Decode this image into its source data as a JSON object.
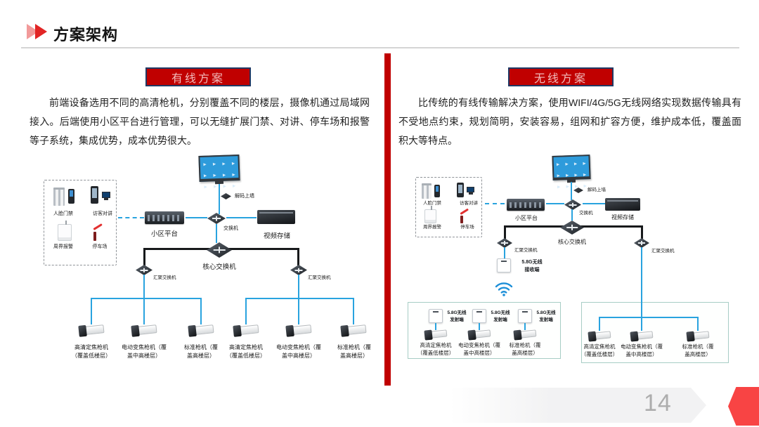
{
  "header": {
    "title": "方案架构"
  },
  "columns": {
    "wired": {
      "banner": "有线方案",
      "paragraph": "前端设备选用不同的高清枪机，分别覆盖不同的楼层，摄像机通过局域网接入。后端使用小区平台进行管理，可以无缝扩展门禁、对讲、停车场和报警等子系统，集成优势，成本优势很大。"
    },
    "wireless": {
      "banner": "无线方案",
      "paragraph": "比传统的有线传输解决方案，使用WIFI/4G/5G无线网络实现数据传输具有不受地点约束，规划简明，安装容易，组网和扩容方便，维护成本低，覆盖面积大等特点。"
    }
  },
  "diagram": {
    "decoder": "解码上墙",
    "switch": "交换机",
    "platform": "小区平台",
    "storage": "视频存储",
    "core_switch": "核心交换机",
    "agg_switch": "汇聚交换机",
    "face_gate": "人脸门禁",
    "intercom": "访客对讲",
    "alarm": "周界报警",
    "parking": "停车场",
    "cameras": [
      {
        "l1": "高清定焦枪机",
        "l2": "（覆盖低楼层）"
      },
      {
        "l1": "电动变焦枪机（覆",
        "l2": "盖中高楼层）"
      },
      {
        "l1": "标准枪机（覆",
        "l2": "盖高楼层）"
      }
    ],
    "receiver": {
      "l1": "5.8G无线",
      "l2": "接收端"
    },
    "transmitter": {
      "l1": "5.8G无线",
      "l2": "发射端"
    }
  },
  "footer": {
    "page_number": "14"
  },
  "icons": {
    "header_marker": "double-right-arrow",
    "video_wall": "monitor-grid-play",
    "switch": "diamond-cross-arrows",
    "decoder": "flat-diamond-device",
    "platform": "rack-server",
    "storage": "nvr-box",
    "camera": "bullet-camera",
    "wifi": "wifi-arcs",
    "radio_unit": "white-radio-box",
    "footer_marker": "red-chevron"
  },
  "colors": {
    "accent_red": "#C00000",
    "banner_border": "#203864",
    "banner_text": "#F2BCBC",
    "link_cyan": "#29A3DF",
    "link_black": "#17191B",
    "teal_border": "#A7CDC5",
    "page_number_gray": "#ADADAD",
    "footer_red": "#F84444"
  }
}
